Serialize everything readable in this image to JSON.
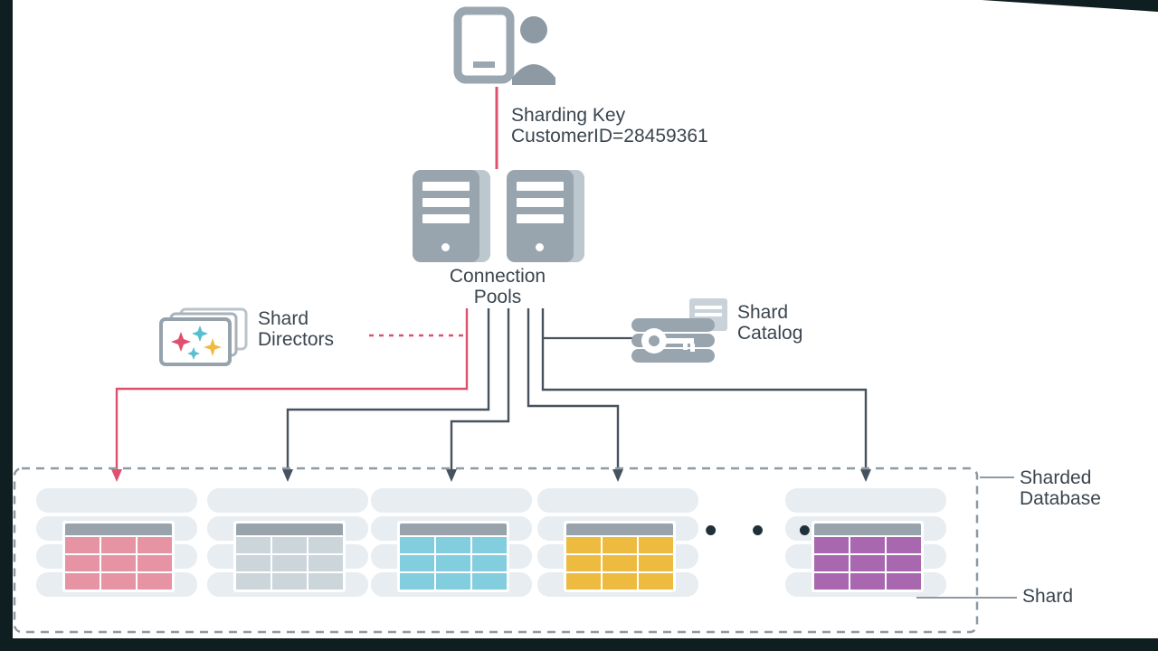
{
  "diagram": {
    "title": "Oracle sharded database architecture diagram",
    "labels": {
      "sharding_key_line1": "Sharding Key",
      "sharding_key_line2": "CustomerID=28459361",
      "connection_pools_line1": "Connection",
      "connection_pools_line2": "Pools",
      "shard_directors_line1": "Shard",
      "shard_directors_line2": "Directors",
      "shard_catalog_line1": "Shard",
      "shard_catalog_line2": "Catalog",
      "sharded_database_line1": "Sharded",
      "sharded_database_line2": "Database",
      "shard": "Shard",
      "ellipsis": "• • •"
    },
    "icons": {
      "client": "client-user-icon",
      "connection_pool": "server-icon",
      "shard_directors": "pinwheel-cards-icon",
      "shard_catalog": "database-key-icon",
      "shard": "database-stack-table-icon"
    },
    "colors": {
      "accent_pink": "#e0506e",
      "connector": "#46525d",
      "ink": "#3a454f",
      "icon_gray": "#98a5af",
      "icon_gray_light": "#bcc7ce",
      "stack_bar": "#e8edf1",
      "table_header": "#99a3ac",
      "boundary": "#8e99a2",
      "page_bg": "#ffffff",
      "edge_bg": "#0f1e20",
      "director_teal": "#59bfce",
      "director_yellow": "#edbb3f"
    },
    "shards": [
      {
        "name": "shard-1",
        "color": "#e693a4"
      },
      {
        "name": "shard-2",
        "color": "#ccd5da"
      },
      {
        "name": "shard-3",
        "color": "#82cdde"
      },
      {
        "name": "shard-4",
        "color": "#edbb3f"
      },
      {
        "name": "shard-5",
        "color": "#a867ae"
      }
    ]
  }
}
